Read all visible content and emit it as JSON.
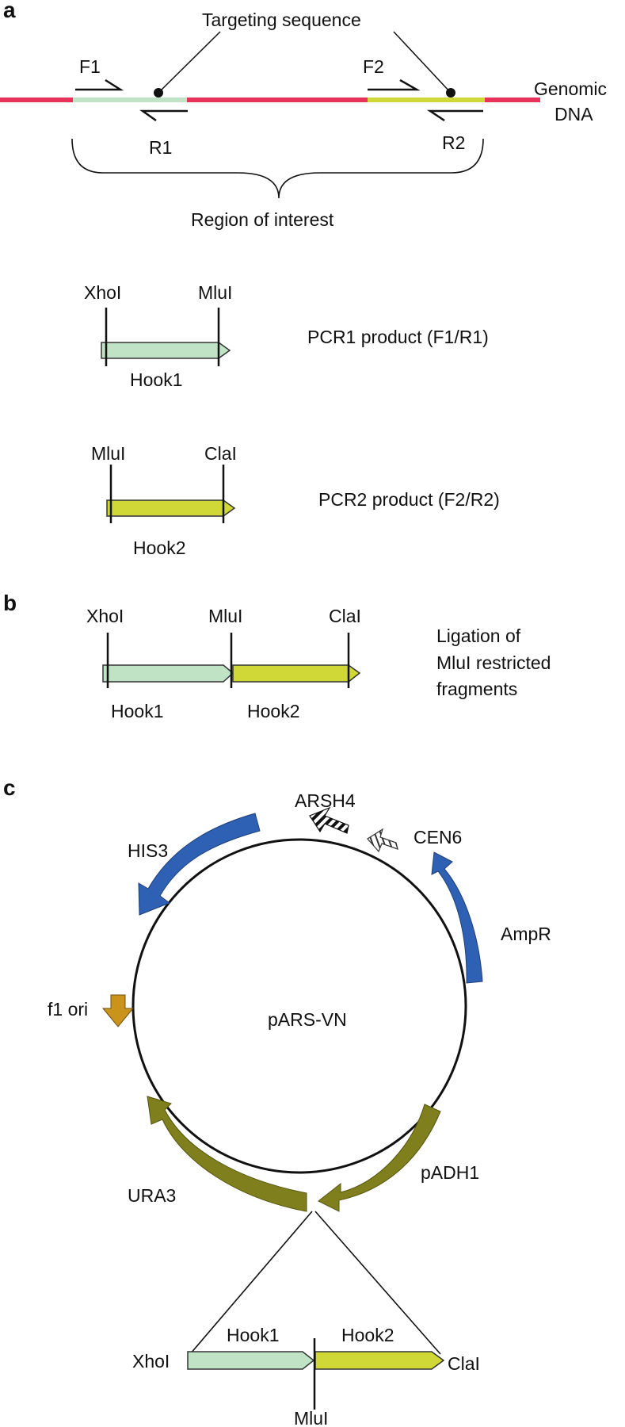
{
  "panels": {
    "a": "a",
    "b": "b",
    "c": "c"
  },
  "colors": {
    "genomic": "#e8325a",
    "hook1": "#bfe3c4",
    "hook2": "#cfd836",
    "blue": "#2e61b3",
    "olive": "#7f7f1e",
    "orange": "#c9931c",
    "outline": "#333333"
  },
  "panel_a": {
    "targeting_sequence": "Targeting sequence",
    "primer_f1": "F1",
    "primer_r1": "R1",
    "primer_f2": "F2",
    "primer_r2": "R2",
    "genomic_line1": "Genomic",
    "genomic_line2": "DNA",
    "region_of_interest": "Region of interest",
    "pcr1": {
      "site_left": "XhoI",
      "site_right": "MluI",
      "hook": "Hook1",
      "caption": "PCR1 product (F1/R1)"
    },
    "pcr2": {
      "site_left": "MluI",
      "site_right": "ClaI",
      "hook": "Hook2",
      "caption": "PCR2 product (F2/R2)"
    }
  },
  "panel_b": {
    "site_xhoi": "XhoI",
    "site_mlui": "MluI",
    "site_clai": "ClaI",
    "hook1": "Hook1",
    "hook2": "Hook2",
    "caption_line1": "Ligation of",
    "caption_line2": "MluI restricted",
    "caption_line3": "fragments"
  },
  "panel_c": {
    "plasmid": "pARS-VN",
    "features": {
      "arsh4": "ARSH4",
      "cen6": "CEN6",
      "his3": "HIS3",
      "ampr": "AmpR",
      "f1ori": "f1 ori",
      "ura3": "URA3",
      "padh1": "pADH1"
    },
    "insert": {
      "xhoi": "XhoI",
      "hook1": "Hook1",
      "hook2": "Hook2",
      "clai": "ClaI",
      "mlui": "MluI"
    }
  }
}
